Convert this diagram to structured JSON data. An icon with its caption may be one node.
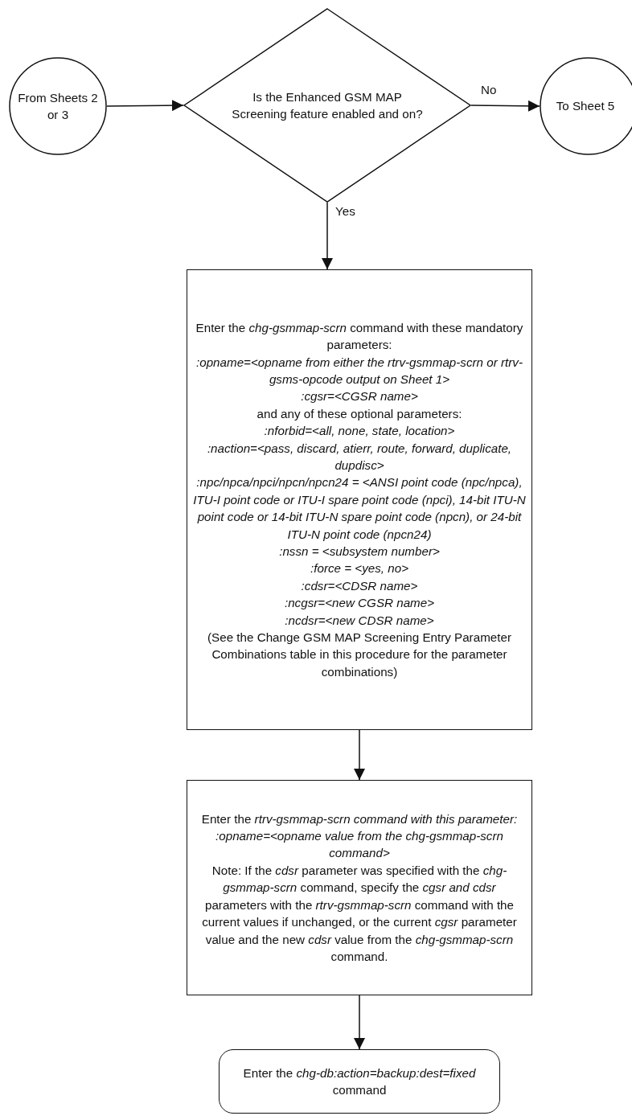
{
  "diagram": {
    "nodes": [
      {
        "text": [
          "From Sheets 2 or 3"
        ]
      },
      {
        "text": [
          "Is the Enhanced GSM MAP Screening feature enabled and on?"
        ]
      },
      {
        "text": [
          "To Sheet 5"
        ]
      },
      {
        "text": [
          "Enter the *chg-gsmmap-scrn* command with these mandatory parameters:",
          "*:opname=<opname from either the rtrv-gsmmap-scrn or rtrv-gsms-opcode output on Sheet 1>*",
          "*:cgsr=<CGSR name>*",
          "and any of these optional parameters:",
          "*:nforbid=<all, none, state, location>*",
          "*:naction=<pass, discard, atierr, route, forward, duplicate, dupdisc>*",
          "*:npc/npca/npci/npcn/npcn24 = <ANSI point code (npc/npca), ITU-I point code or ITU-I spare point code (npci), 14-bit ITU-N point code or 14-bit ITU-N spare point code (npcn), or 24-bit ITU-N point code (npcn24)*",
          "*:nssn = <subsystem number>*",
          "*:force = <yes, no>*",
          "*:cdsr=<CDSR name>*",
          "*:ncgsr=<new CGSR name>*",
          "*:ncdsr=<new CDSR name>*",
          "(See the Change GSM MAP Screening Entry Parameter Combinations table in this procedure for the parameter combinations)"
        ]
      },
      {
        "text": [
          "Enter the *rtrv-gsmmap-scrn command with this parameter:*",
          "*:opname=<opname value from the chg-gsmmap-scrn command>*",
          "Note: If the *cdsr* parameter was specified with the *chg-gsmmap-scrn* command, specify the *cgsr and cdsr* parameters with the *rtrv-gsmmap-scrn* command with the current values if unchanged, or the current *cgsr* parameter value and the new *cdsr* value from the *chg-gsmmap-scrn* command."
        ]
      },
      {
        "text": [
          "Enter the *chg-db:action=backup:dest=fixed* command"
        ]
      }
    ],
    "edges": [
      {
        "from": 0,
        "to": 1,
        "arrow": "to"
      },
      {
        "from": 1,
        "to": 2,
        "arrow": "to",
        "label": "No"
      },
      {
        "from": 1,
        "to": 3,
        "arrow": "to",
        "label": "Yes"
      },
      {
        "from": 3,
        "to": 4,
        "arrow": "to"
      },
      {
        "from": 4,
        "to": 5,
        "arrow": "to"
      }
    ]
  }
}
